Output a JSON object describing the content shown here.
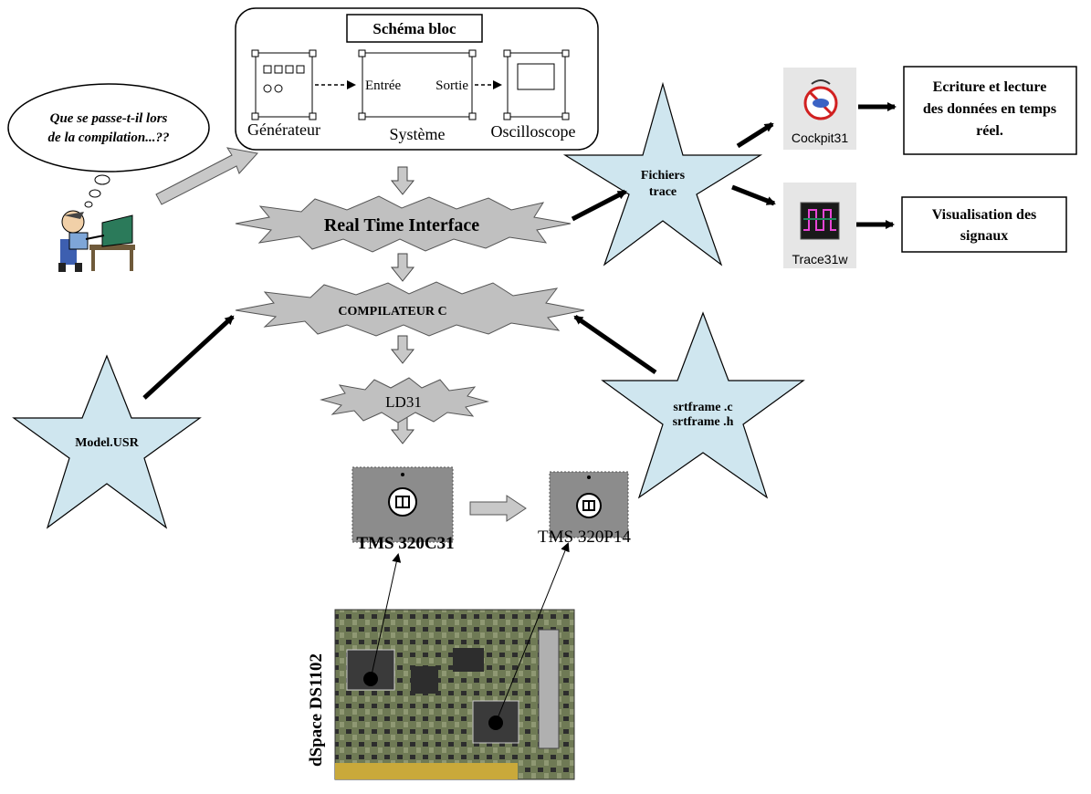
{
  "bloc": {
    "title": "Schéma bloc",
    "generator_label": "Générateur",
    "system_label": "Système",
    "system_in": "Entrée",
    "system_out": "Sortie",
    "scope_label": "Oscilloscope"
  },
  "bubble": {
    "line1": "Que se passe-t-il lors",
    "line2": "de la compilation...??"
  },
  "rti": {
    "label": "Real Time Interface"
  },
  "compiler": {
    "label": "COMPILATEUR C"
  },
  "linker": {
    "label": "LD31"
  },
  "stars": {
    "trace_line1": "Fichiers",
    "trace_line2": "trace",
    "model": "Model.USR",
    "srt_line1": "srtframe .c",
    "srt_line2": "srtframe .h"
  },
  "tools": {
    "cockpit_label": "Cockpit31",
    "trace_label": "Trace31w"
  },
  "results": {
    "cockpit_line1": "Ecriture et lecture",
    "cockpit_line2": "des données en temps",
    "cockpit_line3": "réel.",
    "trace_line1": "Visualisation des",
    "trace_line2": "signaux"
  },
  "chips": {
    "main": "TMS 320C31",
    "slave": "TMS 320P14"
  },
  "board": {
    "label": "dSpace DS1102"
  },
  "colors": {
    "star_fill": "#cfe6ef",
    "burst_fill": "#c0c0c0",
    "chip_fill": "#8c8c8c",
    "arrow_fill": "#c8c8c8",
    "screen_green": "#1f8a5a"
  }
}
